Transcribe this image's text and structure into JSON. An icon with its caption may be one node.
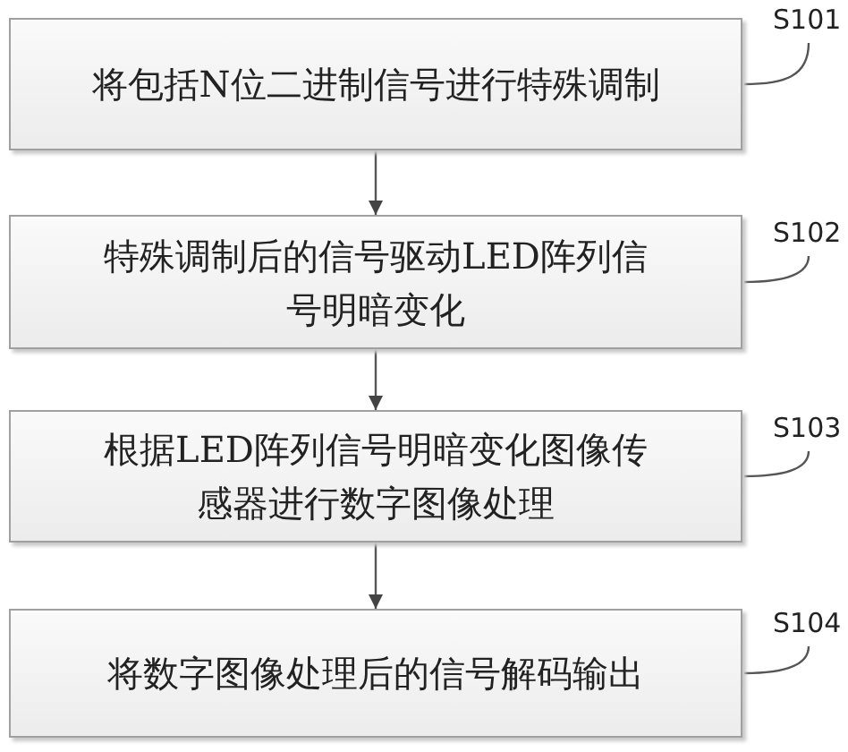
{
  "diagram": {
    "nodes": [
      {
        "text": [
          "将包括N位二进制信号进行特殊调制"
        ]
      },
      {
        "text": [
          "特殊调制后的信号驱动LED阵列信号明暗变化"
        ]
      },
      {
        "text": [
          "根据LED阵列信号明暗变化图像传感器进行数字图像处理"
        ]
      },
      {
        "text": [
          "将数字图像处理后的信号解码输出"
        ]
      },
      {
        "text": [
          "S101"
        ]
      },
      {
        "text": [
          "S102"
        ]
      },
      {
        "text": [
          "S103"
        ]
      },
      {
        "text": [
          "S104"
        ]
      }
    ],
    "edges": [
      {
        "from": 0,
        "to": 1,
        "arrow": "to"
      },
      {
        "from": 1,
        "to": 2,
        "arrow": "to"
      },
      {
        "from": 2,
        "to": 3,
        "arrow": "to"
      },
      {
        "from": 4,
        "to": 0,
        "arrow": "none"
      },
      {
        "from": 5,
        "to": 1,
        "arrow": "none"
      },
      {
        "from": 6,
        "to": 2,
        "arrow": "none"
      },
      {
        "from": 7,
        "to": 3,
        "arrow": "none"
      }
    ]
  }
}
